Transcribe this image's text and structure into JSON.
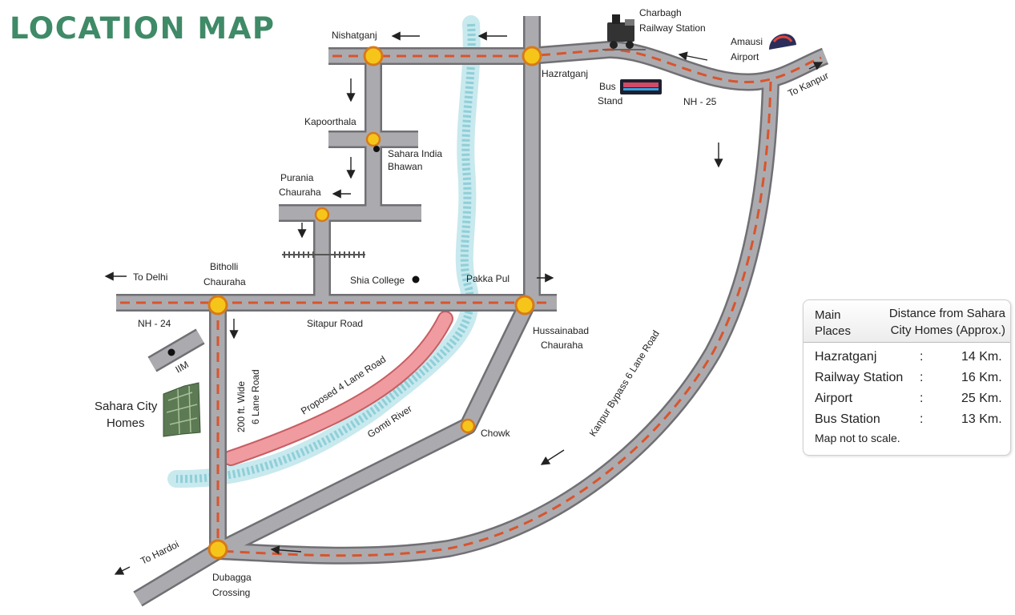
{
  "title": "LOCATION MAP",
  "places": {
    "nishatganj": "Nishatganj",
    "charbagh_1": "Charbagh",
    "charbagh_2": "Railway Station",
    "amausi_1": "Amausi",
    "amausi_2": "Airport",
    "hazratganj": "Hazratganj",
    "bus_1": "Bus",
    "bus_2": "Stand",
    "nh25": "NH - 25",
    "to_kanpur": "To Kanpur",
    "kapoorthala": "Kapoorthala",
    "sahara_bhawan_1": "Sahara India",
    "sahara_bhawan_2": "Bhawan",
    "purania_1": "Purania",
    "purania_2": "Chauraha",
    "to_delhi": "To Delhi",
    "bitholli_1": "Bitholli",
    "bitholli_2": "Chauraha",
    "shia_college": "Shia College",
    "pakka_pul": "Pakka Pul",
    "nh24": "NH - 24",
    "sitapur_road": "Sitapur Road",
    "hussainabad_1": "Hussainabad",
    "hussainabad_2": "Chauraha",
    "iim": "IIM",
    "proposed_road": "Proposed 4 Lane Road",
    "wide_road_1": "200 ft. Wide",
    "wide_road_2": "6 Lane Road",
    "sahara_homes_1": "Sahara City",
    "sahara_homes_2": "Homes",
    "gomti_river": "Gomti River",
    "chowk": "Chowk",
    "kanpur_bypass": "Kanpur Bypass 6 Lane Road",
    "to_hardoi": "To Hardoi",
    "dubagga_1": "Dubagga",
    "dubagga_2": "Crossing"
  },
  "legend": {
    "head_left_1": "Main",
    "head_left_2": "Places",
    "head_right_1": "Distance from Sahara",
    "head_right_2": "City Homes (Approx.)",
    "rows": [
      {
        "place": "Hazratganj",
        "sep": ":",
        "distance": "14 Km."
      },
      {
        "place": "Railway Station",
        "sep": ":",
        "distance": "16 Km."
      },
      {
        "place": "Airport",
        "sep": ":",
        "distance": "25 Km."
      },
      {
        "place": "Bus Station",
        "sep": ":",
        "distance": "13 Km."
      }
    ],
    "note": "Map not to scale."
  },
  "colors": {
    "road": "#a9a9ad",
    "road_edge": "#6e6e72",
    "highway_dash": "#d9542c",
    "river": "#9fd6dd",
    "proposed_road": "#ec8a8d",
    "junction": "#f6c51a",
    "title": "#3f8a67"
  }
}
